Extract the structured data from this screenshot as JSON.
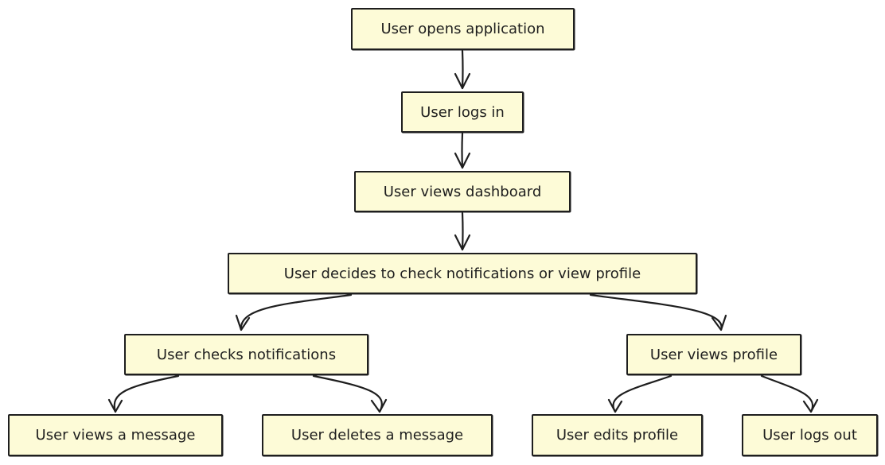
{
  "diagram": {
    "nodes": {
      "open": "User opens application",
      "login": "User logs in",
      "dashboard": "User views dashboard",
      "decide": "User decides to check notifications or view profile",
      "checks": "User checks notifications",
      "profile": "User views profile",
      "view_message": "User views a message",
      "delete_message": "User deletes a message",
      "edit_profile": "User edits profile",
      "logout": "User logs out"
    },
    "edges": [
      {
        "from": "open",
        "to": "login"
      },
      {
        "from": "login",
        "to": "dashboard"
      },
      {
        "from": "dashboard",
        "to": "decide"
      },
      {
        "from": "decide",
        "to": "checks"
      },
      {
        "from": "decide",
        "to": "profile"
      },
      {
        "from": "checks",
        "to": "view_message"
      },
      {
        "from": "checks",
        "to": "delete_message"
      },
      {
        "from": "profile",
        "to": "edit_profile"
      },
      {
        "from": "profile",
        "to": "logout"
      }
    ],
    "colors": {
      "node_fill": "#fdfbd7",
      "stroke": "#1e1e1e"
    }
  }
}
